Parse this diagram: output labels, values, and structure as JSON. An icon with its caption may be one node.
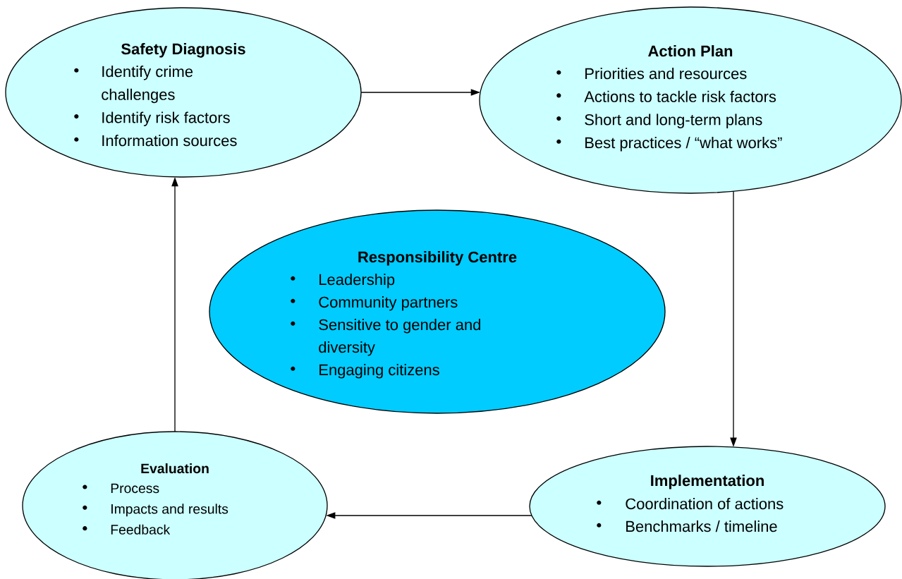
{
  "diagram": {
    "nodes": [
      {
        "text": [
          "Safety Diagnosis",
          "Identify crime challenges",
          "Identify risk factors",
          "Information sources"
        ]
      },
      {
        "text": [
          "Action Plan",
          "Priorities and resources",
          "Actions to tackle risk factors",
          "Short and long-term plans",
          "Best practices / “what works”"
        ]
      },
      {
        "text": [
          "Responsibility Centre",
          "Leadership",
          "Community partners",
          "Sensitive to gender and diversity",
          "Engaging citizens"
        ]
      },
      {
        "text": [
          "Implementation",
          "Coordination of actions",
          "Benchmarks / timeline"
        ]
      },
      {
        "text": [
          "Evaluation",
          "Process",
          "Impacts and results",
          "Feedback"
        ]
      }
    ],
    "edges": [
      {
        "from": 0,
        "to": 1,
        "arrow": "to"
      },
      {
        "from": 1,
        "to": 3,
        "arrow": "to"
      },
      {
        "from": 3,
        "to": 4,
        "arrow": "to"
      },
      {
        "from": 4,
        "to": 0,
        "arrow": "to"
      }
    ]
  }
}
